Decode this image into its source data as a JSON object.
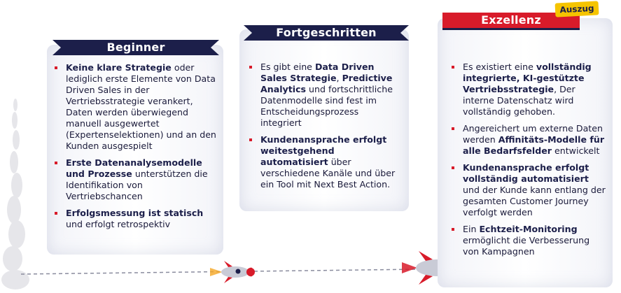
{
  "stages": [
    {
      "title": "Beginner",
      "bullets": [
        [
          {
            "t": "Keine klare Strategie",
            "b": true
          },
          {
            "t": " oder lediglich erste Elemente von Data Driven Sales in der Vertriebsstrategie verankert, Daten werden überwiegend manuell ausgewertet (Expertenselektionen) und an den Kunden ausgespielt",
            "b": false
          }
        ],
        [
          {
            "t": "Erste Datenanalysemodelle und Prozesse",
            "b": true
          },
          {
            "t": " unterstützen die Identifikation von Vertriebschancen",
            "b": false
          }
        ],
        [
          {
            "t": "Erfolgsmessung ist statisch",
            "b": true
          },
          {
            "t": " und erfolgt retrospektiv",
            "b": false
          }
        ]
      ]
    },
    {
      "title": "Fortgeschritten",
      "bullets": [
        [
          {
            "t": "Es gibt eine ",
            "b": false
          },
          {
            "t": "Data Driven Sales Strategie",
            "b": true
          },
          {
            "t": ", ",
            "b": false
          },
          {
            "t": "Predictive Analytics",
            "b": true
          },
          {
            "t": " und fortschrittliche Datenmodelle sind fest im Entscheidungsprozess integriert",
            "b": false
          }
        ],
        [
          {
            "t": "Kundenansprache erfolgt weitestgehend automatisiert",
            "b": true
          },
          {
            "t": " über verschiedene Kanäle und über ein Tool mit Next Best Action.",
            "b": false
          }
        ]
      ]
    },
    {
      "title": "Exzellenz",
      "badge": "Auszug",
      "bullets": [
        [
          {
            "t": "Es existiert eine ",
            "b": false
          },
          {
            "t": "vollständig integrierte, KI-gestützte Vertriebsstrategie",
            "b": true
          },
          {
            "t": ", Der interne Datenschatz wird vollständig gehoben.",
            "b": false
          }
        ],
        [
          {
            "t": "Angereichert um externe Daten werden ",
            "b": false
          },
          {
            "t": "Affinitäts-Modelle für alle Bedarfsfelder",
            "b": true
          },
          {
            "t": " entwickelt",
            "b": false
          }
        ],
        [
          {
            "t": "Kundenansprache erfolgt vollständig automatisiert",
            "b": true
          },
          {
            "t": " und der Kunde kann entlang der gesamten Customer Journey verfolgt werden",
            "b": false
          }
        ],
        [
          {
            "t": "Ein ",
            "b": false
          },
          {
            "t": "Echtzeit-Monitoring",
            "b": true
          },
          {
            "t": " ermöglicht die Verbesserung von Kampagnen",
            "b": false
          }
        ]
      ]
    }
  ],
  "colors": {
    "navy": "#1c1f4a",
    "red": "#d81b2a",
    "badge": "#f5c400"
  },
  "icons": [
    "smoke-trail-icon",
    "rocket-icon"
  ]
}
